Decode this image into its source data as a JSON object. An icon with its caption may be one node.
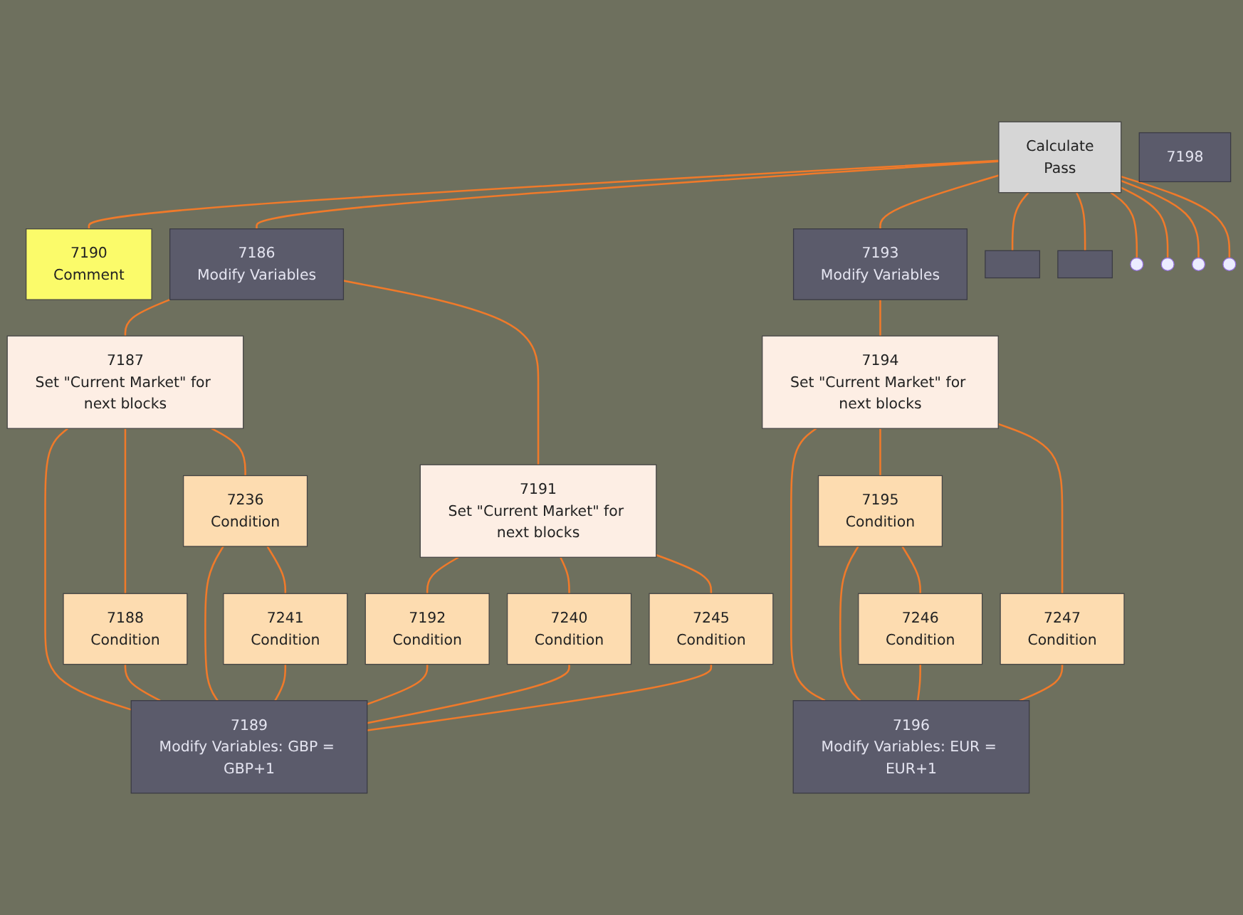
{
  "diagram": {
    "nodes": [
      {
        "text": [
          "Calculate",
          "Pass"
        ]
      },
      {
        "text": [
          "7190",
          "Comment"
        ]
      },
      {
        "text": [
          "7186",
          "Modify Variables"
        ]
      },
      {
        "text": [
          "7187",
          "Set \"Current Market\" for next blocks"
        ]
      },
      {
        "text": [
          "7191",
          "Set \"Current Market\" for next blocks"
        ]
      },
      {
        "text": [
          "7188",
          "Condition"
        ]
      },
      {
        "text": [
          "7192",
          "Condition"
        ]
      },
      {
        "text": [
          "7236",
          "Condition"
        ]
      },
      {
        "text": [
          "7240",
          "Condition"
        ]
      },
      {
        "text": [
          "7241",
          "Condition"
        ]
      },
      {
        "text": [
          "7245",
          "Condition"
        ]
      },
      {
        "text": [
          "7189",
          "Modify Variables: GBP = GBP+1"
        ]
      },
      {
        "text": [
          "7193",
          "Modify Variables"
        ]
      },
      {
        "text": [
          "7194",
          "Set \"Current Market\" for next blocks"
        ]
      },
      {
        "text": [
          "7198"
        ]
      },
      {
        "text": [
          "7195",
          "Condition"
        ]
      },
      {
        "text": [
          "7246",
          "Condition"
        ]
      },
      {
        "text": [
          "7247",
          "Condition"
        ]
      },
      {
        "text": [
          "7196",
          "Modify Variables: EUR = EUR+1"
        ]
      },
      {
        "text": [],
        "shape": "box"
      },
      {
        "text": [],
        "shape": "box"
      }
    ],
    "edges": [
      {
        "from": 0,
        "to": 1,
        "arrow": "none"
      },
      {
        "from": 0,
        "to": 2,
        "arrow": "none"
      },
      {
        "from": 0,
        "to": 19,
        "arrow": "none"
      },
      {
        "from": 0,
        "to": null,
        "arrow": "none"
      },
      {
        "from": 0,
        "to": 12,
        "arrow": "none"
      },
      {
        "from": 0,
        "to": 20,
        "arrow": "none"
      },
      {
        "from": 0,
        "to": null,
        "arrow": "none"
      },
      {
        "from": 0,
        "to": null,
        "arrow": "none"
      },
      {
        "from": 0,
        "to": null,
        "arrow": "none"
      },
      {
        "from": 2,
        "to": 3,
        "arrow": "none"
      },
      {
        "from": 2,
        "to": 4,
        "arrow": "none"
      },
      {
        "from": 3,
        "to": 5,
        "arrow": "none"
      },
      {
        "from": 3,
        "to": 7,
        "arrow": "none"
      },
      {
        "from": 3,
        "to": 11,
        "arrow": "none"
      },
      {
        "from": 7,
        "to": 9,
        "arrow": "none"
      },
      {
        "from": 5,
        "to": 11,
        "arrow": "none"
      },
      {
        "from": 7,
        "to": 11,
        "arrow": "none"
      },
      {
        "from": 9,
        "to": 11,
        "arrow": "none"
      },
      {
        "from": 4,
        "to": 6,
        "arrow": "none"
      },
      {
        "from": 4,
        "to": 8,
        "arrow": "none"
      },
      {
        "from": 4,
        "to": 10,
        "arrow": "none"
      },
      {
        "from": 6,
        "to": 11,
        "arrow": "none"
      },
      {
        "from": 8,
        "to": 11,
        "arrow": "none"
      },
      {
        "from": 10,
        "to": 11,
        "arrow": "none"
      },
      {
        "from": 12,
        "to": 13,
        "arrow": "none"
      },
      {
        "from": 13,
        "to": 15,
        "arrow": "none"
      },
      {
        "from": 15,
        "to": 16,
        "arrow": "none"
      },
      {
        "from": 13,
        "to": 17,
        "arrow": "none"
      },
      {
        "from": 13,
        "to": 18,
        "arrow": "none"
      },
      {
        "from": 15,
        "to": 18,
        "arrow": "none"
      },
      {
        "from": 16,
        "to": 18,
        "arrow": "none"
      },
      {
        "from": 17,
        "to": 18,
        "arrow": "none"
      }
    ]
  }
}
